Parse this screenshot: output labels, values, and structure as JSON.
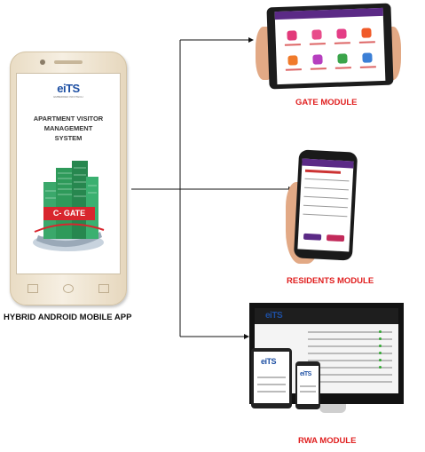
{
  "main_app": {
    "logo": "eiTS",
    "logo_tagline": "EMBEDDED INFOTECH",
    "title_lines": [
      "APARTMENT VISITOR",
      "MANAGEMENT",
      "SYSTEM"
    ],
    "badge": "C- GATE",
    "caption": "HYBRID ANDROID MOBILE APP"
  },
  "modules": {
    "gate": "GATE MODULE",
    "residents": "RESIDENTS MODULE",
    "rwa": "RWA MODULE"
  },
  "colors": {
    "accent_red": "#e02020",
    "brand_blue": "#1d4fa3",
    "brand_purple": "#5b2a86",
    "building_green": "#2e9a5a"
  }
}
